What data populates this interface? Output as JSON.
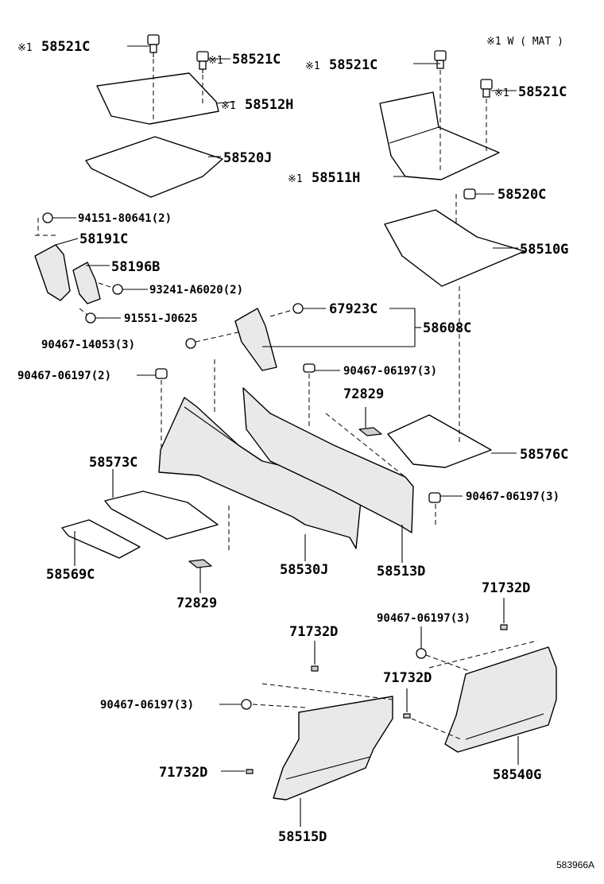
{
  "note": "※1 W ( MAT )",
  "reference_code": "583966A",
  "labels": {
    "c_58521c_1": "58521C",
    "c_58521c_2": "58521C",
    "c_58512h": "58512H",
    "c_58520j": "58520J",
    "c_58521c_3": "58521C",
    "c_58521c_4": "58521C",
    "c_58511h": "58511H",
    "c_58520c": "58520C",
    "c_58510g": "58510G",
    "c_94151": "94151-80641(2)",
    "c_58191c": "58191C",
    "c_58196b": "58196B",
    "c_93241": "93241-A6020(2)",
    "c_91551": "91551-J0625",
    "c_67923c": "67923C",
    "c_58608c": "58608C",
    "c_90467_14053": "90467-14053(3)",
    "c_90467_06197_2": "90467-06197(2)",
    "c_90467_06197_3a": "90467-06197(3)",
    "c_72829_top": "72829",
    "c_58576c": "58576C",
    "c_58573c": "58573C",
    "c_90467_06197_3b": "90467-06197(3)",
    "c_58569c": "58569C",
    "c_58530j": "58530J",
    "c_58513d": "58513D",
    "c_72829_bot": "72829",
    "c_71732d_1": "71732D",
    "c_90467_06197_3c": "90467-06197(3)",
    "c_71732d_2": "71732D",
    "c_71732d_3": "71732D",
    "c_90467_06197_3d": "90467-06197(3)",
    "c_58540g": "58540G",
    "c_71732d_4": "71732D",
    "c_58515d": "58515D"
  },
  "marks": {
    "note_mark": "※1"
  }
}
